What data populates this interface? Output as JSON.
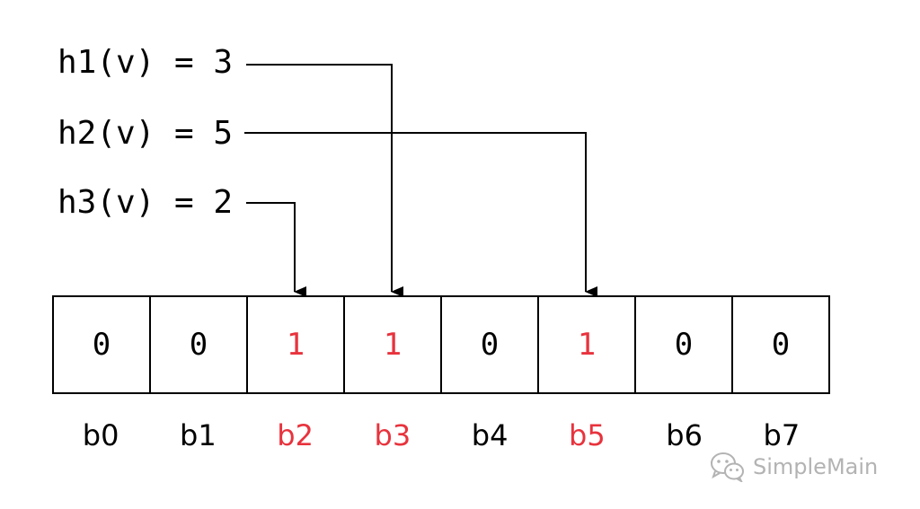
{
  "hash_functions": [
    {
      "label": "h1(v) = 3",
      "target_bit": 3
    },
    {
      "label": "h2(v) = 5",
      "target_bit": 5
    },
    {
      "label": "h3(v) = 2",
      "target_bit": 2
    }
  ],
  "bits": [
    {
      "index_label": "b0",
      "value": "0",
      "set": false
    },
    {
      "index_label": "b1",
      "value": "0",
      "set": false
    },
    {
      "index_label": "b2",
      "value": "1",
      "set": true
    },
    {
      "index_label": "b3",
      "value": "1",
      "set": true
    },
    {
      "index_label": "b4",
      "value": "0",
      "set": false
    },
    {
      "index_label": "b5",
      "value": "1",
      "set": true
    },
    {
      "index_label": "b6",
      "value": "0",
      "set": false
    },
    {
      "index_label": "b7",
      "value": "0",
      "set": false
    }
  ],
  "colors": {
    "set_bit": "#e8333d",
    "normal": "#000000",
    "watermark": "#b3b3b3"
  },
  "watermark": {
    "text": "SimpleMain",
    "icon": "wechat-icon"
  }
}
